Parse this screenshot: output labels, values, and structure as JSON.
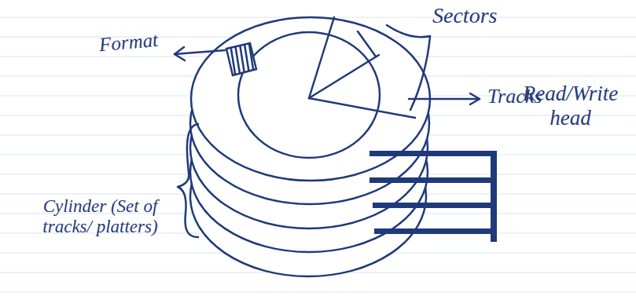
{
  "diagram": {
    "labels": [
      "Format",
      "Sectors",
      "Tracks",
      "Cylinder (Set of tracks/ platters)",
      "Read/Write head"
    ]
  }
}
